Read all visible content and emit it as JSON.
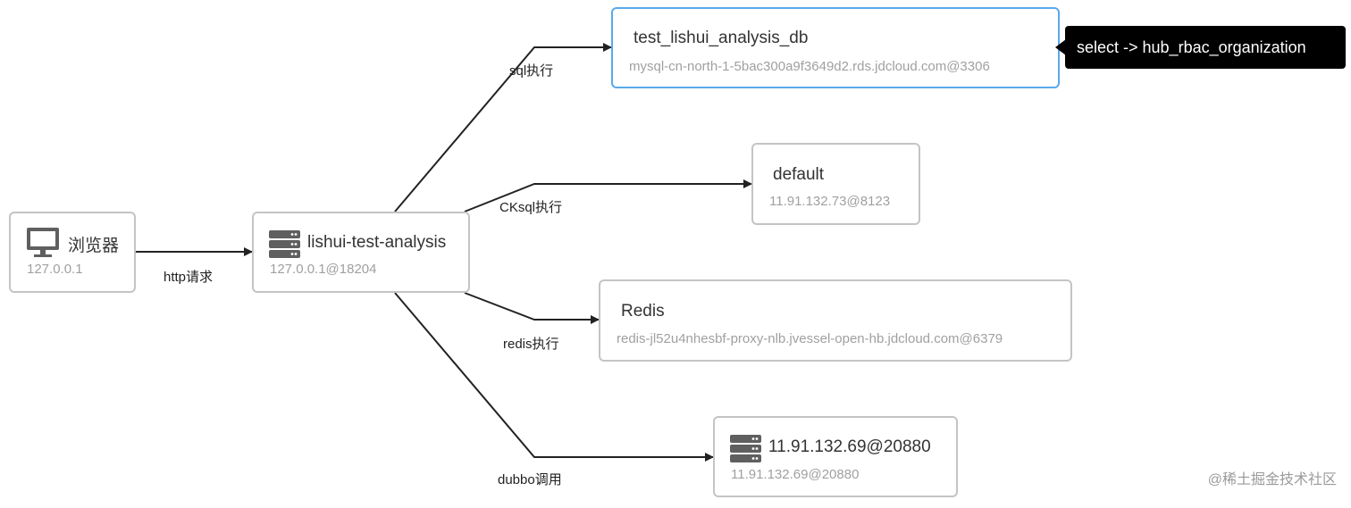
{
  "nodes": {
    "browser": {
      "title": "浏览器",
      "sub": "127.0.0.1",
      "icon": "monitor-icon"
    },
    "app": {
      "title": "lishui-test-analysis",
      "sub": "127.0.0.1@18204",
      "icon": "server-icon"
    },
    "mysql": {
      "title": "test_lishui_analysis_db",
      "sub": "mysql-cn-north-1-5bac300a9f3649d2.rds.jdcloud.com@3306"
    },
    "ck": {
      "title": "default",
      "sub": "11.91.132.73@8123"
    },
    "redis": {
      "title": "Redis",
      "sub": "redis-jl52u4nhesbf-proxy-nlb.jvessel-open-hb.jdcloud.com@6379"
    },
    "dubbo": {
      "title": "11.91.132.69@20880",
      "sub": "11.91.132.69@20880",
      "icon": "server-icon"
    }
  },
  "edges": {
    "http": "http请求",
    "sql": "sql执行",
    "cksql": "CKsql执行",
    "redis": "redis执行",
    "dubbo": "dubbo调用"
  },
  "tooltip": {
    "text": "select -> hub_rbac_organization"
  },
  "watermark": {
    "text": "@稀土掘金技术社区"
  },
  "colors": {
    "selected_border": "#5aa9ec",
    "node_border": "#c4c4c4",
    "edge": "#222222"
  }
}
